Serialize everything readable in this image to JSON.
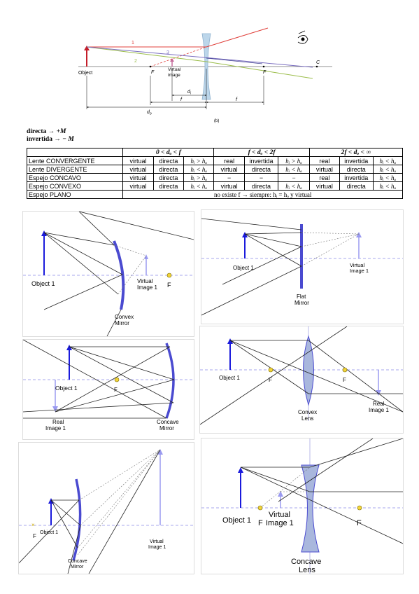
{
  "top_diagram": {
    "ray_labels": [
      "1",
      "2",
      "3"
    ],
    "labels": {
      "object": "Object",
      "virtual_image": "Virtual\nimage",
      "f_left": "F",
      "f_right": "F",
      "c": "C",
      "di": "d",
      "di_sub": "i",
      "do": "d",
      "do_sub": "o",
      "f1": "f",
      "f2": "f",
      "caption": "(b)"
    }
  },
  "legend": {
    "line1_word": "directa",
    "line1_arrow": "→",
    "line1_value": "+M",
    "line2_word": "invertida",
    "line2_arrow": "→",
    "line2_value": "− M"
  },
  "table": {
    "headers": [
      "0 < dₒ < f",
      "f < dₒ < 2f",
      "2f < dₒ < ∞"
    ],
    "rows": [
      {
        "name": "Lente CONVERGENTE",
        "cells": [
          "virtual",
          "directa",
          "hᵢ > hₒ",
          "real",
          "invertida",
          "hᵢ > hₒ",
          "real",
          "invertida",
          "hᵢ < hₒ"
        ]
      },
      {
        "name": "Lente DIVERGENTE",
        "cells": [
          "virtual",
          "directa",
          "hᵢ < hₒ",
          "virtual",
          "directa",
          "hᵢ < hₒ",
          "virtual",
          "directa",
          "hᵢ < hₒ"
        ]
      },
      {
        "name": "Espejo CONCAVO",
        "cells": [
          "virtual",
          "directa",
          "hᵢ > hₒ",
          "−",
          "−",
          "−",
          "real",
          "invertida",
          "hᵢ < hₒ"
        ]
      },
      {
        "name": "Espejo CONVEXO",
        "cells": [
          "virtual",
          "directa",
          "hᵢ < hₒ",
          "virtual",
          "directa",
          "hᵢ < hₒ",
          "virtual",
          "directa",
          "hᵢ < hₒ"
        ]
      }
    ],
    "plano": {
      "name": "Espejo PLANO",
      "text": "no existe f  →  siempre:  hᵢ = hₒ  y  virtual"
    }
  },
  "panels": {
    "convex_mirror": {
      "object": "Object 1",
      "image": "Virtual\nImage 1",
      "focus": "F",
      "element": "Convex\nMirror"
    },
    "flat_mirror": {
      "object": "Object 1",
      "image": "Virtual\nImage 1",
      "element": "Flat\nMirror"
    },
    "concave_mirror_real": {
      "object": "Object 1",
      "image": "Real\nImage 1",
      "focus": "F",
      "element": "Concave\nMirror"
    },
    "convex_lens": {
      "object": "Object 1",
      "image": "Real\nImage 1",
      "focus_left": "F",
      "focus_right": "F",
      "element": "Convex\nLens"
    },
    "concave_mirror_virtual": {
      "object": "Object 1",
      "image": "Virtual\nImage 1",
      "focus": "F",
      "element": "Concave\nMirror"
    },
    "concave_lens": {
      "object": "Object 1",
      "image": "Virtual\nImage 1",
      "focus_left": "F",
      "focus_right": "F",
      "element": "Concave\nLens"
    }
  },
  "colors": {
    "object_arrow": "#1a1adc",
    "image_arrow": "#9a9af0",
    "axis": "#8a8ae8",
    "ray_red": "#e0413c",
    "ray_green": "#9bbd4a",
    "ray_purple": "#7a6ec0",
    "lens_fill": "#a9b7dd",
    "mirror": "#4a4ad0"
  }
}
